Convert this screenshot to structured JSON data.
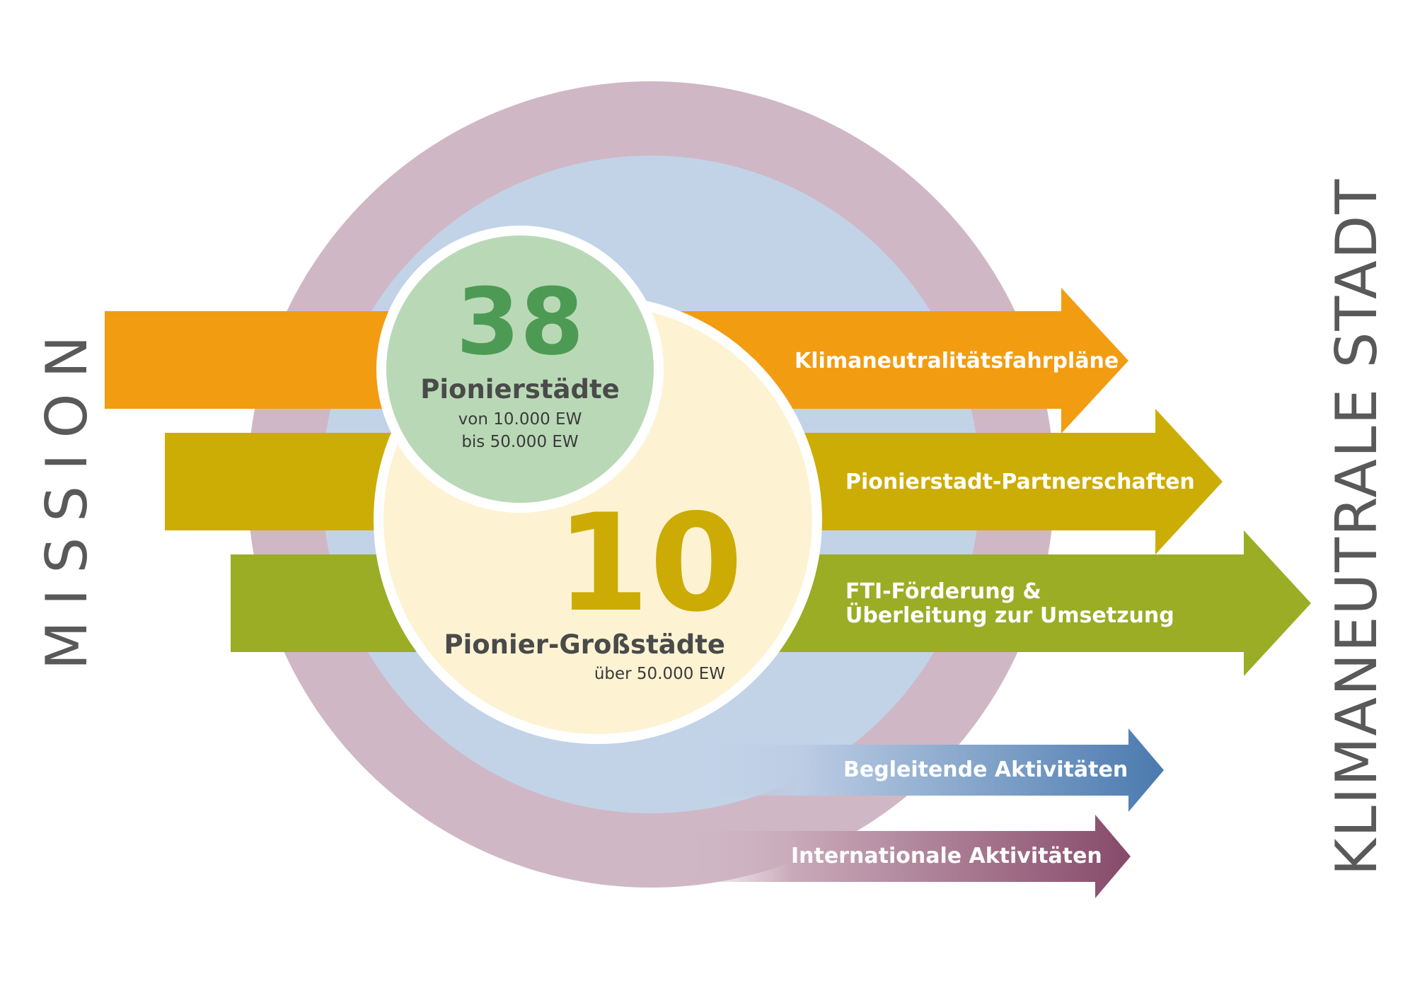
{
  "left_title": "MISSION",
  "right_title": "KLIMANEUTRALE STADT",
  "pioneer_cities": {
    "number": "38",
    "title": "Pionierstädte",
    "sub_line1": "von 10.000 EW",
    "sub_line2": "bis 50.000 EW"
  },
  "pioneer_large_cities": {
    "number": "10",
    "title": "Pionier-Großstädte",
    "sub": "über 50.000 EW"
  },
  "arrows": {
    "roadmaps": "Klimaneutralitätsfahrpläne",
    "partnerships": "Pionierstadt-Partnerschaften",
    "funding_line1": "FTI-Förderung &",
    "funding_line2": "Überleitung zur Umsetzung",
    "accompanying": "Begleitende Aktivitäten",
    "international": "Internationale Aktivitäten"
  },
  "colors": {
    "outer_ring": "#d0b7c5",
    "inner_ring": "#c2d3e8",
    "orange": "#f29c12",
    "mustard": "#ccad05",
    "olive": "#9aad25",
    "green_circle": "#b9d9b6",
    "green_number": "#4d9a55",
    "cream_circle": "#fdf3d3",
    "yellow_number": "#ccab05",
    "blue_arrow": "#4a7aaf",
    "purple_arrow": "#874a6a"
  }
}
